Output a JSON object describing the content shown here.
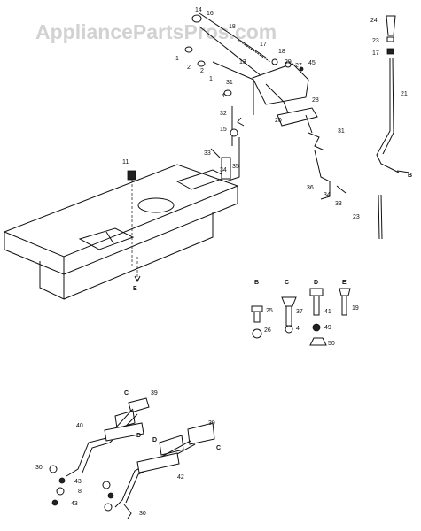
{
  "watermark": "AppliancePartsPros.com",
  "parts": {
    "p1a": "1",
    "p1b": "1",
    "p2a": "2",
    "p2b": "2",
    "p4": "4",
    "p11": "11",
    "p13": "13",
    "p14": "14",
    "p15": "15",
    "p16": "16",
    "p17a": "17",
    "p17b": "17",
    "p18": "18",
    "p20": "20",
    "p21": "21",
    "p23": "23",
    "p23b": "23",
    "p24": "24",
    "p25": "25",
    "p26": "26",
    "p27": "27",
    "p28": "28",
    "p29": "29",
    "p31a": "31",
    "p31b": "31",
    "p32": "32",
    "p33a": "33",
    "p33b": "33",
    "p34a": "34",
    "p34b": "34",
    "p35": "35",
    "p36": "36",
    "p37": "37",
    "p4b": "4",
    "p41": "41",
    "p19": "19",
    "p49": "49",
    "p50": "50",
    "p45": "45",
    "p39a": "39",
    "p39b": "39",
    "p40": "40",
    "p42": "42",
    "p43a": "43",
    "p43b": "43",
    "p30a": "30",
    "p30b": "30",
    "p8": "8"
  },
  "letters": {
    "b_right": "B",
    "e_bottom": "E",
    "key_b": "B",
    "key_c": "C",
    "key_d": "D",
    "key_e": "E",
    "c1": "C",
    "d1": "D",
    "d2": "D",
    "c2": "C"
  }
}
